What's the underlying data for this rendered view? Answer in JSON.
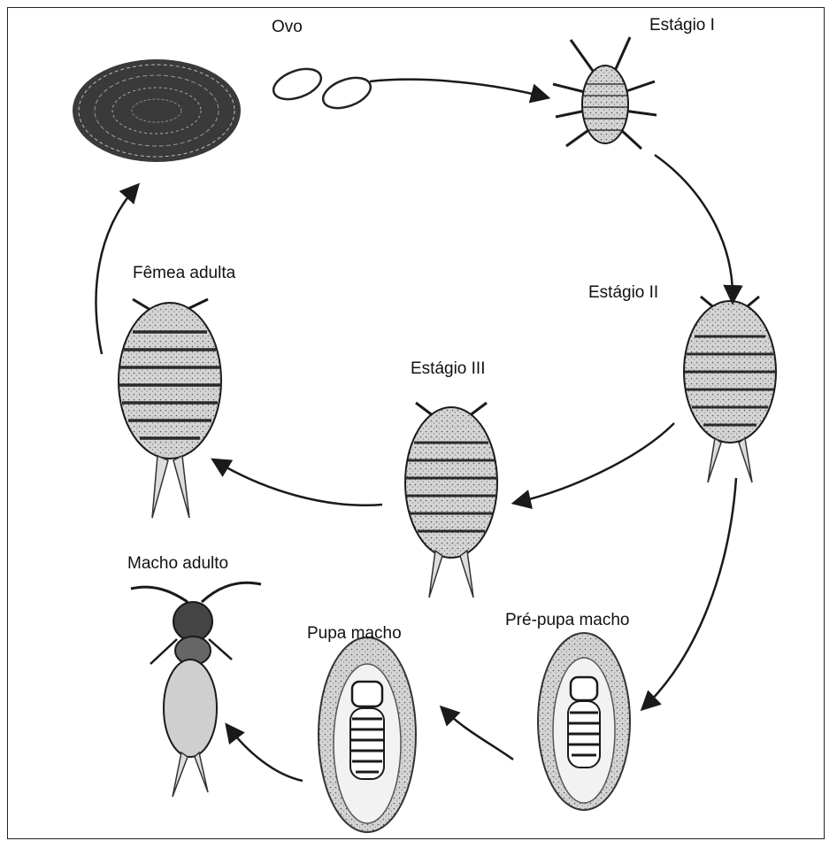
{
  "diagram": {
    "labels": {
      "ovo": "Ovo",
      "estagio_1": "Estágio I",
      "estagio_2": "Estágio II",
      "estagio_3": "Estágio III",
      "femea_adulta": "Fêmea adulta",
      "macho_adulto": "Macho adulto",
      "pupa_macho": "Pupa macho",
      "pre_pupa_macho": "Pré-pupa macho"
    }
  },
  "colors": {
    "line": "#1a1a1a",
    "body_fill": "#cfcfcf",
    "band": "#2a2a2a"
  }
}
